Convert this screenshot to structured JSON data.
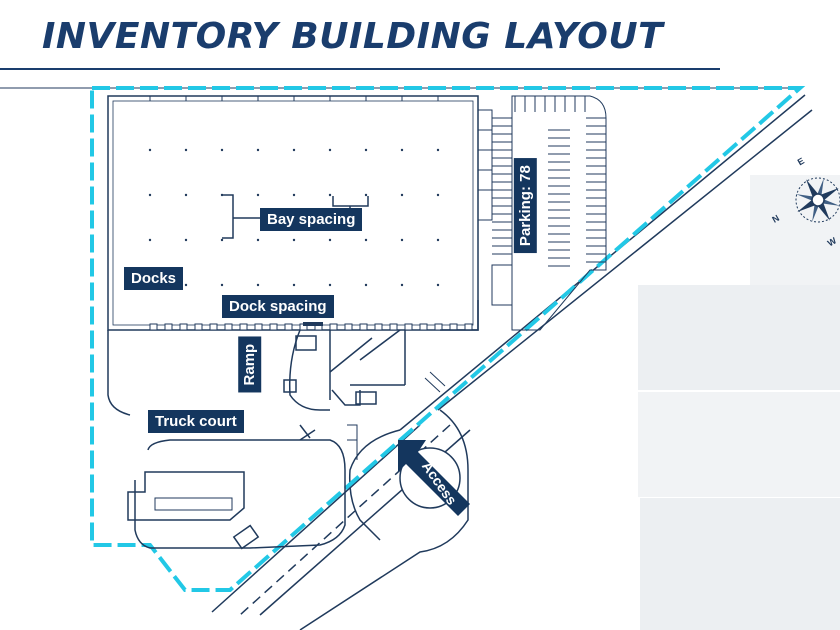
{
  "header": {
    "title": "INVENTORY BUILDING LAYOUT"
  },
  "labels": {
    "bay_spacing": "Bay spacing",
    "docks": "Docks",
    "dock_spacing": "Dock spacing",
    "ramp": "Ramp",
    "truck_court": "Truck court",
    "parking": "Parking: 78",
    "access": "Access"
  },
  "compass": {
    "n": "N",
    "e": "E",
    "w": "W"
  },
  "colors": {
    "brand": "#1a3d6d",
    "line": "#203a5c",
    "boundary": "#22c8e6",
    "label_bg": "#14365e"
  }
}
